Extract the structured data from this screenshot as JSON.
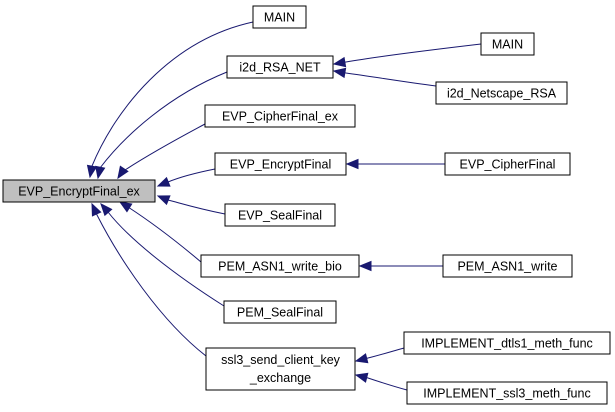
{
  "graph": {
    "direction": "right-to-left callers",
    "edge_color": "#191970",
    "root_fill": "#bfbfbf",
    "nodes": {
      "root": "EVP_EncryptFinal_ex",
      "main1": "MAIN",
      "i2d": "i2d_RSA_NET",
      "cipherfinal_ex": "EVP_CipherFinal_ex",
      "encryptfinal": "EVP_EncryptFinal",
      "sealfinal": "EVP_SealFinal",
      "pemasn1bio": "PEM_ASN1_write_bio",
      "pemseal": "PEM_SealFinal",
      "ssl3_line1": "ssl3_send_client_key",
      "ssl3_line2": "_exchange",
      "main2": "MAIN",
      "i2dnetscape": "i2d_Netscape_RSA",
      "cipherfinal": "EVP_CipherFinal",
      "pemasn1": "PEM_ASN1_write",
      "dtls1": "IMPLEMENT_dtls1_meth_func",
      "ssl3meth": "IMPLEMENT_ssl3_meth_func"
    },
    "edges": [
      [
        "main1",
        "root"
      ],
      [
        "i2d",
        "root"
      ],
      [
        "cipherfinal_ex",
        "root"
      ],
      [
        "encryptfinal",
        "root"
      ],
      [
        "sealfinal",
        "root"
      ],
      [
        "pemasn1bio",
        "root"
      ],
      [
        "pemseal",
        "root"
      ],
      [
        "ssl3",
        "root"
      ],
      [
        "main2",
        "i2d"
      ],
      [
        "i2dnetscape",
        "i2d"
      ],
      [
        "cipherfinal",
        "encryptfinal"
      ],
      [
        "pemasn1",
        "pemasn1bio"
      ],
      [
        "dtls1",
        "ssl3"
      ],
      [
        "ssl3meth",
        "ssl3"
      ]
    ]
  }
}
